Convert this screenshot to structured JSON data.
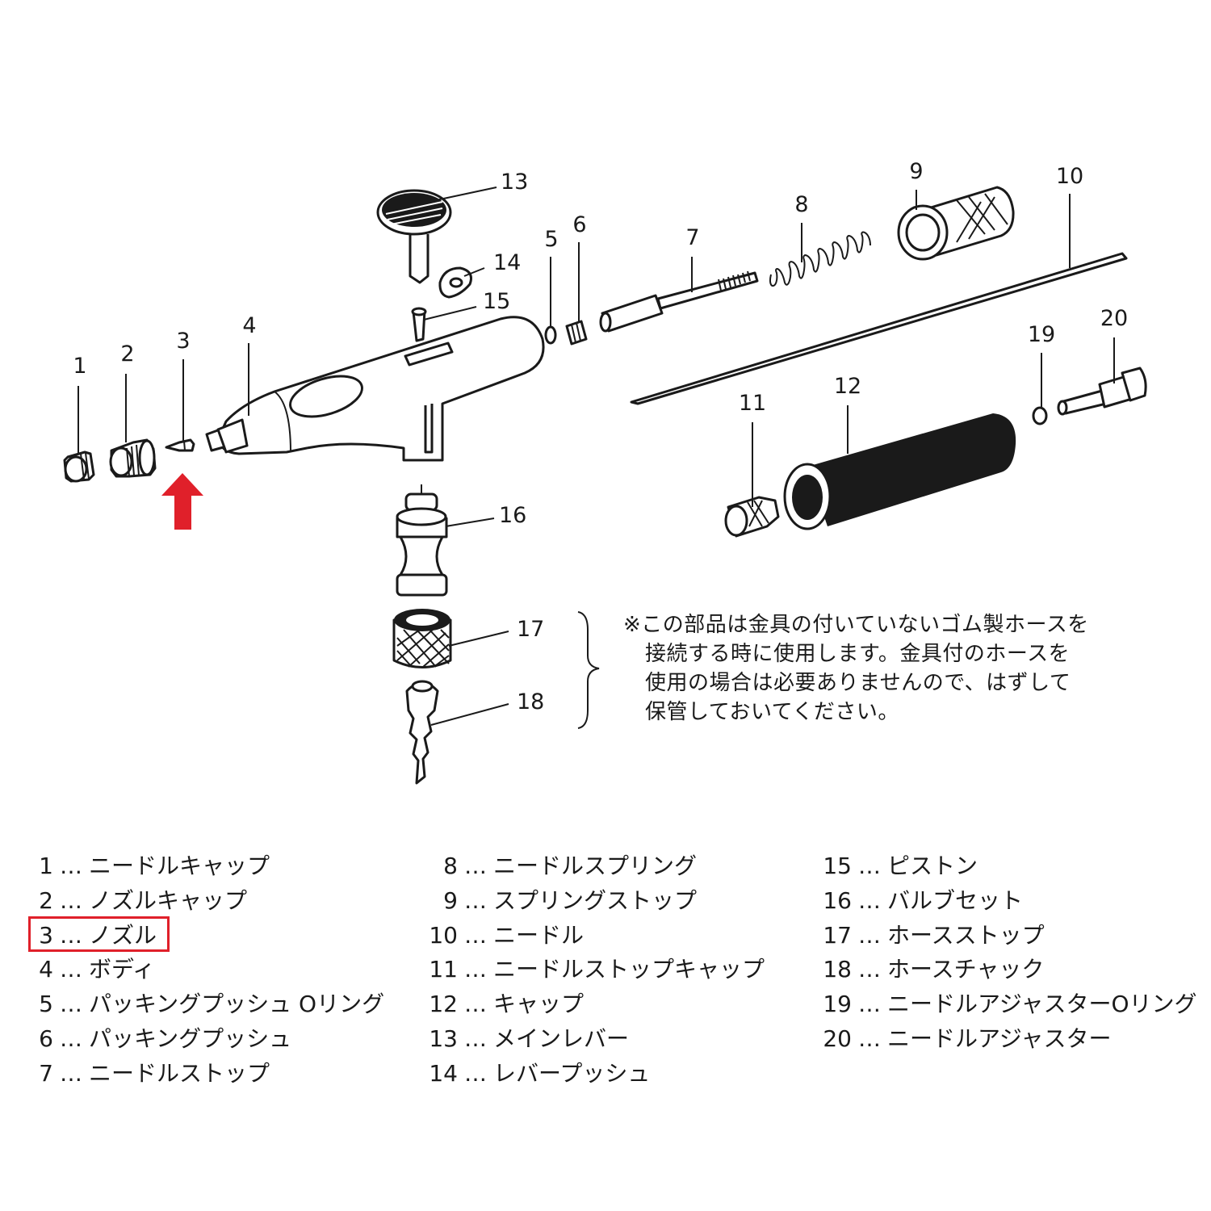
{
  "colors": {
    "highlight": "#e0202a",
    "ink": "#1a1a1a"
  },
  "diagram": {
    "callouts": [
      "1",
      "2",
      "3",
      "4",
      "5",
      "6",
      "7",
      "8",
      "9",
      "10",
      "11",
      "12",
      "13",
      "14",
      "15",
      "16",
      "17",
      "18",
      "19",
      "20"
    ],
    "highlighted_part": "3",
    "arrow_icon": "up-arrow-icon"
  },
  "note": {
    "lines": [
      "※この部品は金具の付いていないゴム製ホースを",
      "接続する時に使用します。金具付のホースを",
      "使用の場合は必要ありませんので、はずして",
      "保管しておいてください。"
    ]
  },
  "legend": {
    "separator": "…",
    "col1": [
      {
        "num": "1",
        "name": "ニードルキャップ"
      },
      {
        "num": "2",
        "name": "ノズルキャップ"
      },
      {
        "num": "3",
        "name": "ノズル"
      },
      {
        "num": "4",
        "name": "ボディ"
      },
      {
        "num": "5",
        "name": "パッキングプッシュ Oリング"
      },
      {
        "num": "6",
        "name": "パッキングプッシュ"
      },
      {
        "num": "7",
        "name": "ニードルストップ"
      }
    ],
    "col2": [
      {
        "num": "8",
        "name": "ニードルスプリング"
      },
      {
        "num": "9",
        "name": "スプリングストップ"
      },
      {
        "num": "10",
        "name": "ニードル"
      },
      {
        "num": "11",
        "name": "ニードルストップキャップ"
      },
      {
        "num": "12",
        "name": "キャップ"
      },
      {
        "num": "13",
        "name": "メインレバー"
      },
      {
        "num": "14",
        "name": "レバープッシュ"
      }
    ],
    "col3": [
      {
        "num": "15",
        "name": "ピストン"
      },
      {
        "num": "16",
        "name": "バルブセット"
      },
      {
        "num": "17",
        "name": "ホースストップ"
      },
      {
        "num": "18",
        "name": "ホースチャック"
      },
      {
        "num": "19",
        "name": "ニードルアジャスターOリング"
      },
      {
        "num": "20",
        "name": "ニードルアジャスター"
      }
    ]
  }
}
